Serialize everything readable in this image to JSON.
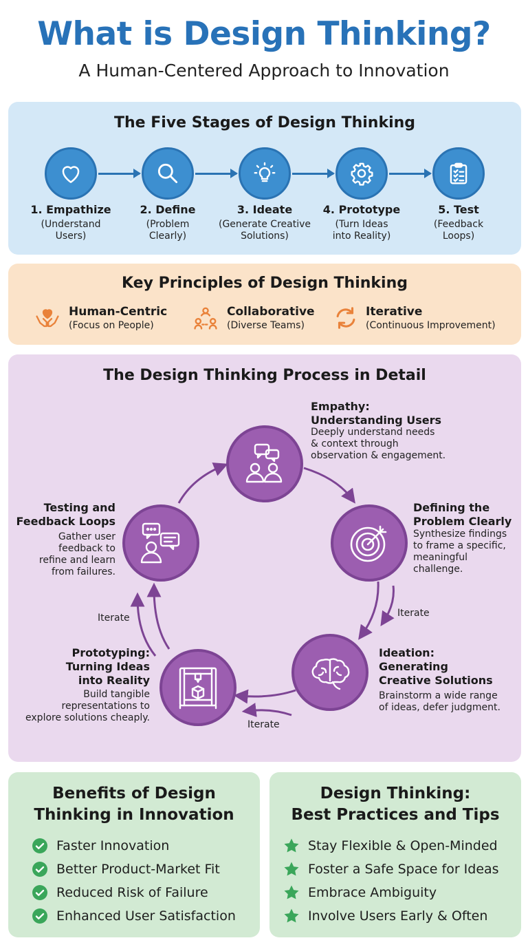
{
  "title": "What is Design Thinking?",
  "subtitle": "A Human-Centered Approach to Innovation",
  "stages": {
    "heading": "The Five Stages of Design Thinking",
    "items": [
      {
        "name": "1. Empathize",
        "desc_lines": [
          "(Understand",
          "Users)"
        ],
        "icon": "heart-icon"
      },
      {
        "name": "2. Define",
        "desc_lines": [
          "(Problem",
          "Clearly)"
        ],
        "icon": "magnifier-icon"
      },
      {
        "name": "3. Ideate",
        "desc_lines": [
          "(Generate Creative",
          "Solutions)"
        ],
        "icon": "lightbulb-icon"
      },
      {
        "name": "4. Prototype",
        "desc_lines": [
          "(Turn Ideas",
          "into Reality)"
        ],
        "icon": "gear-icon"
      },
      {
        "name": "5. Test",
        "desc_lines": [
          "(Feedback",
          "Loops)"
        ],
        "icon": "clipboard-icon"
      }
    ]
  },
  "principles": {
    "heading": "Key Principles of Design Thinking",
    "items": [
      {
        "name": "Human-Centric",
        "desc": "(Focus on People)",
        "icon": "heart-hands-icon"
      },
      {
        "name": "Collaborative",
        "desc": "(Diverse Teams)",
        "icon": "team-icon"
      },
      {
        "name": "Iterative",
        "desc": "(Continuous Improvement)",
        "icon": "cycle-arrows-icon"
      }
    ]
  },
  "process": {
    "heading": "The Design Thinking Process in Detail",
    "steps": {
      "empathy": {
        "title_lines": [
          "Empathy:",
          "Understanding Users"
        ],
        "desc_lines": [
          "Deeply understand needs",
          "& context through",
          "observation & engagement."
        ]
      },
      "define": {
        "title_lines": [
          "Defining the",
          "Problem Clearly"
        ],
        "desc_lines": [
          "Synthesize findings",
          "to frame a specific,",
          "meaningful",
          "challenge."
        ]
      },
      "ideation": {
        "title_lines": [
          "Ideation:",
          "Generating",
          "Creative Solutions"
        ],
        "desc_lines": [
          "Brainstorm a wide range",
          "of ideas, defer judgment."
        ]
      },
      "prototyping": {
        "title_lines": [
          "Prototyping:",
          "Turning Ideas",
          "into Reality"
        ],
        "desc_lines": [
          "Build tangible",
          "representations to",
          "explore solutions cheaply."
        ]
      },
      "testing": {
        "title_lines": [
          "Testing and",
          "Feedback Loops"
        ],
        "desc_lines": [
          "Gather user",
          "feedback to",
          "refine and learn",
          "from failures."
        ]
      }
    },
    "iterate_labels": [
      "Iterate",
      "Iterate",
      "Iterate"
    ]
  },
  "benefits": {
    "heading_lines": [
      "Benefits of Design",
      "Thinking in Innovation"
    ],
    "items": [
      "Faster Innovation",
      "Better Product-Market Fit",
      "Reduced Risk of Failure",
      "Enhanced User Satisfaction"
    ]
  },
  "tips": {
    "heading_lines": [
      "Design Thinking:",
      "Best Practices and Tips"
    ],
    "items": [
      "Stay Flexible & Open-Minded",
      "Foster a Safe Space for Ideas",
      "Embrace Ambiguity",
      "Involve Users Early & Often"
    ]
  },
  "colors": {
    "title": "#2872b8",
    "stage_circle": "#3d8fd0",
    "principle_icon": "#e9823a",
    "process_circle": "#9c5eb0",
    "check": "#3aa65a"
  }
}
